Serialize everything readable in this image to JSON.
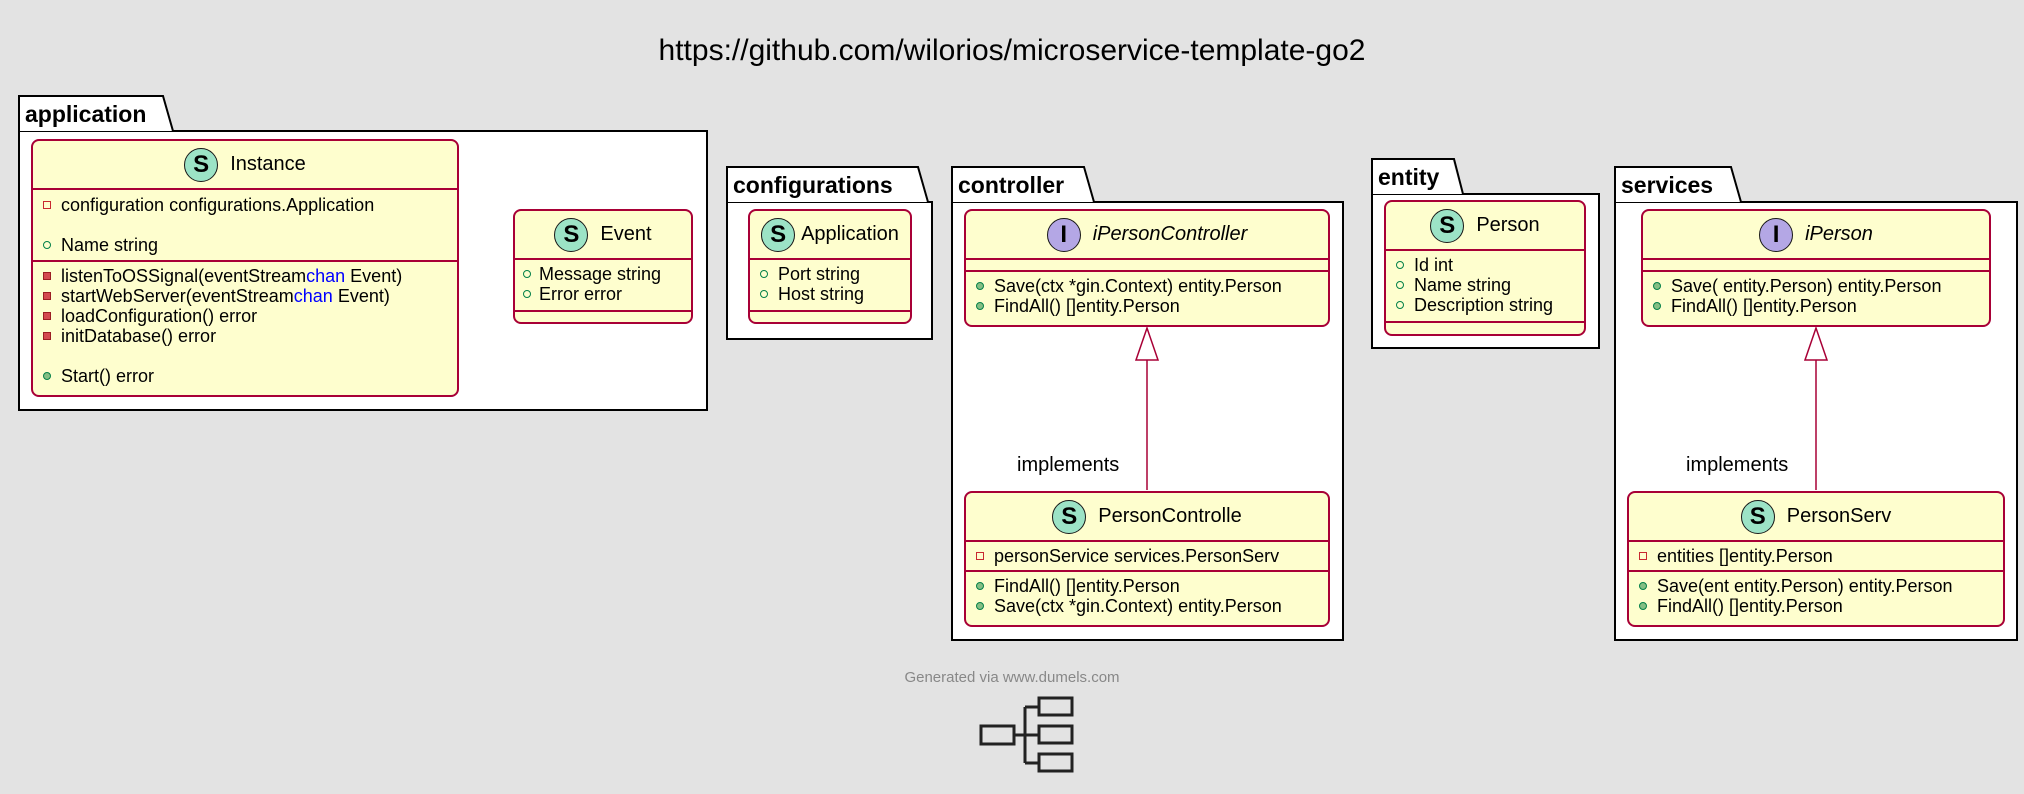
{
  "title": "https://github.com/wilorios/microservice-template-go2",
  "packages": {
    "application": "application",
    "configurations": "configurations",
    "controller": "controller",
    "entity": "entity",
    "services": "services"
  },
  "classes": {
    "instance": {
      "stereotype": "S",
      "name": "Instance",
      "fields": [
        "configuration configurations.Application",
        "Name string"
      ],
      "methods": [
        {
          "pre": "listenToOSSignal(eventStream ",
          "kw": "chan",
          "post": " Event)"
        },
        {
          "pre": "startWebServer(eventStream ",
          "kw": "chan",
          "post": " Event)"
        },
        {
          "pre": "loadConfiguration() error",
          "kw": "",
          "post": ""
        },
        {
          "pre": "initDatabase() error",
          "kw": "",
          "post": ""
        },
        {
          "pre": "Start() error",
          "kw": "",
          "post": ""
        }
      ]
    },
    "event": {
      "stereotype": "S",
      "name": "Event",
      "fields": [
        "Message string",
        "Error error"
      ]
    },
    "application": {
      "stereotype": "S",
      "name": "Application",
      "fields": [
        "Port string",
        "Host string"
      ]
    },
    "ipersoncontroller": {
      "stereotype": "I",
      "name": "iPersonController",
      "methods": [
        "Save(ctx *gin.Context) entity.Person",
        "FindAll() []entity.Person"
      ]
    },
    "personcontrolle": {
      "stereotype": "S",
      "name": "PersonControlle",
      "fields": [
        "personService services.PersonServ"
      ],
      "methods": [
        "FindAll() []entity.Person",
        "Save(ctx *gin.Context) entity.Person"
      ]
    },
    "person": {
      "stereotype": "S",
      "name": "Person",
      "fields": [
        "Id int",
        "Name string",
        "Description string"
      ]
    },
    "iperson": {
      "stereotype": "I",
      "name": "iPerson",
      "methods": [
        "Save( entity.Person) entity.Person",
        "FindAll() []entity.Person"
      ]
    },
    "personserv": {
      "stereotype": "S",
      "name": "PersonServ",
      "fields": [
        "entities []entity.Person"
      ],
      "methods": [
        "Save(ent entity.Person) entity.Person",
        "FindAll() []entity.Person"
      ]
    }
  },
  "relations": {
    "controller_label": "implements",
    "services_label": "implements"
  },
  "footer": "Generated via www.dumels.com",
  "colors": {
    "class_fill": "#fefece",
    "class_border": "#a80036",
    "background": "#e3e3e3"
  }
}
